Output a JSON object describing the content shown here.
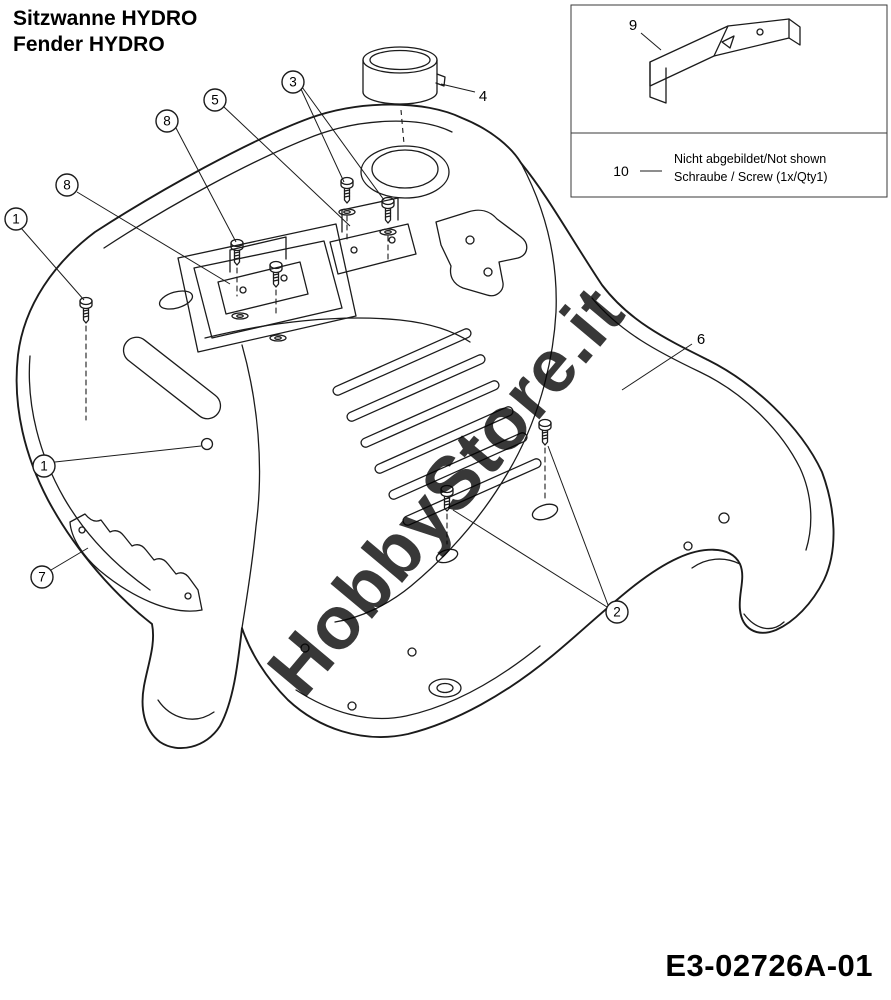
{
  "page": {
    "title_line1": "Sitzwanne HYDRO",
    "title_line2": "Fender HYDRO",
    "part_code": "E3-02726A-01",
    "watermark": "HobbyStore.it"
  },
  "inset": {
    "callout": "9",
    "note": {
      "number": "10",
      "line1": "Nicht abgebildet/Not shown",
      "line2": "Schraube / Screw (1x/Qty1)"
    }
  },
  "callouts": {
    "circled": [
      {
        "label": "3"
      },
      {
        "label": "5"
      },
      {
        "label": "8"
      },
      {
        "label": "8"
      },
      {
        "label": "1"
      },
      {
        "label": "1"
      },
      {
        "label": "7"
      },
      {
        "label": "2"
      }
    ],
    "plain": [
      {
        "label": "4"
      },
      {
        "label": "6"
      }
    ]
  },
  "colors": {
    "watermark_green": "#43b649",
    "line": "#1b1b1b"
  }
}
